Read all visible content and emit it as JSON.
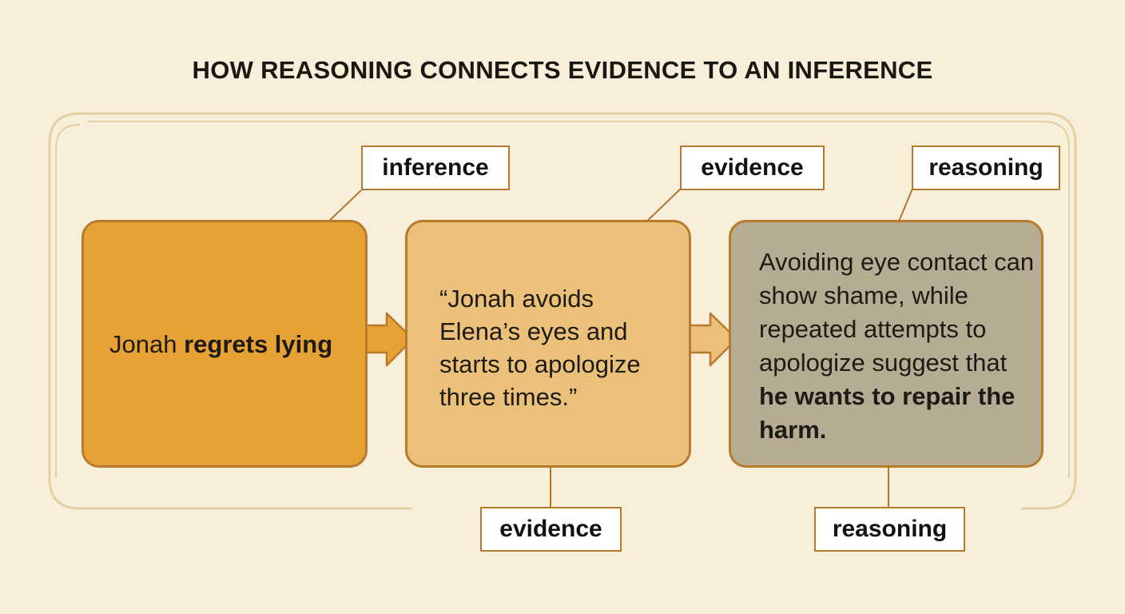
{
  "title": "HOW REASONING CONNECTS EVIDENCE TO AN INFERENCE",
  "boxes": {
    "inference": {
      "plain": "Jonah ",
      "bold": "regrets lying"
    },
    "evidence": {
      "quote": "“Jonah avoids Elena’s eyes and starts to apologize three times.”"
    },
    "reasoning": {
      "plain": "Avoiding eye contact can show shame, while repeated attempts to apologize suggest that ",
      "bold": "he wants to repair the harm."
    }
  },
  "labels": {
    "top_inference": "inference",
    "top_evidence": "evidence",
    "top_reasoning": "reasoning",
    "bottom_evidence": "evidence",
    "bottom_reasoning": "reasoning"
  },
  "colors": {
    "background": "#f7efd9",
    "inference_box": "#e6a235",
    "evidence_box": "#ebc07a",
    "reasoning_box": "#b6ab93",
    "border": "#b87a2c",
    "frame": "#e6cfa3"
  }
}
